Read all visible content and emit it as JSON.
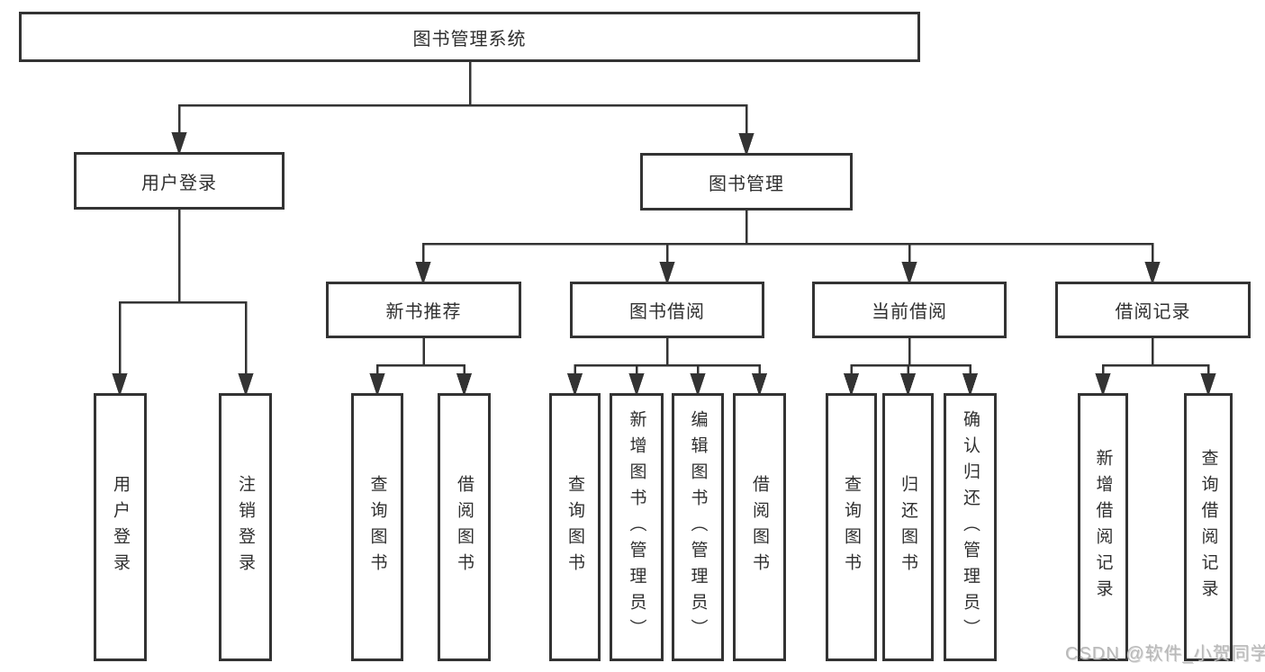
{
  "watermark": "CSDN @软件_小贺同学",
  "colors": {
    "line": "#333333",
    "text": "#2f2f2f",
    "background": "#ffffff",
    "watermark": "#b9b9b9"
  },
  "tree": {
    "root": "图书管理系统",
    "user_login": {
      "label": "用户登录",
      "children": [
        "用户登录",
        "注销登录"
      ]
    },
    "book_mgmt": {
      "label": "图书管理",
      "groups": [
        {
          "label": "新书推荐",
          "children": [
            "查询图书",
            "借阅图书"
          ]
        },
        {
          "label": "图书借阅",
          "children": [
            "查询图书",
            "新增图书（管理员）",
            "编辑图书（管理员）",
            "借阅图书"
          ]
        },
        {
          "label": "当前借阅",
          "children": [
            "查询图书",
            "归还图书",
            "确认归还（管理员）"
          ]
        },
        {
          "label": "借阅记录",
          "children": [
            "新增借阅记录",
            "查询借阅记录"
          ]
        }
      ]
    }
  }
}
